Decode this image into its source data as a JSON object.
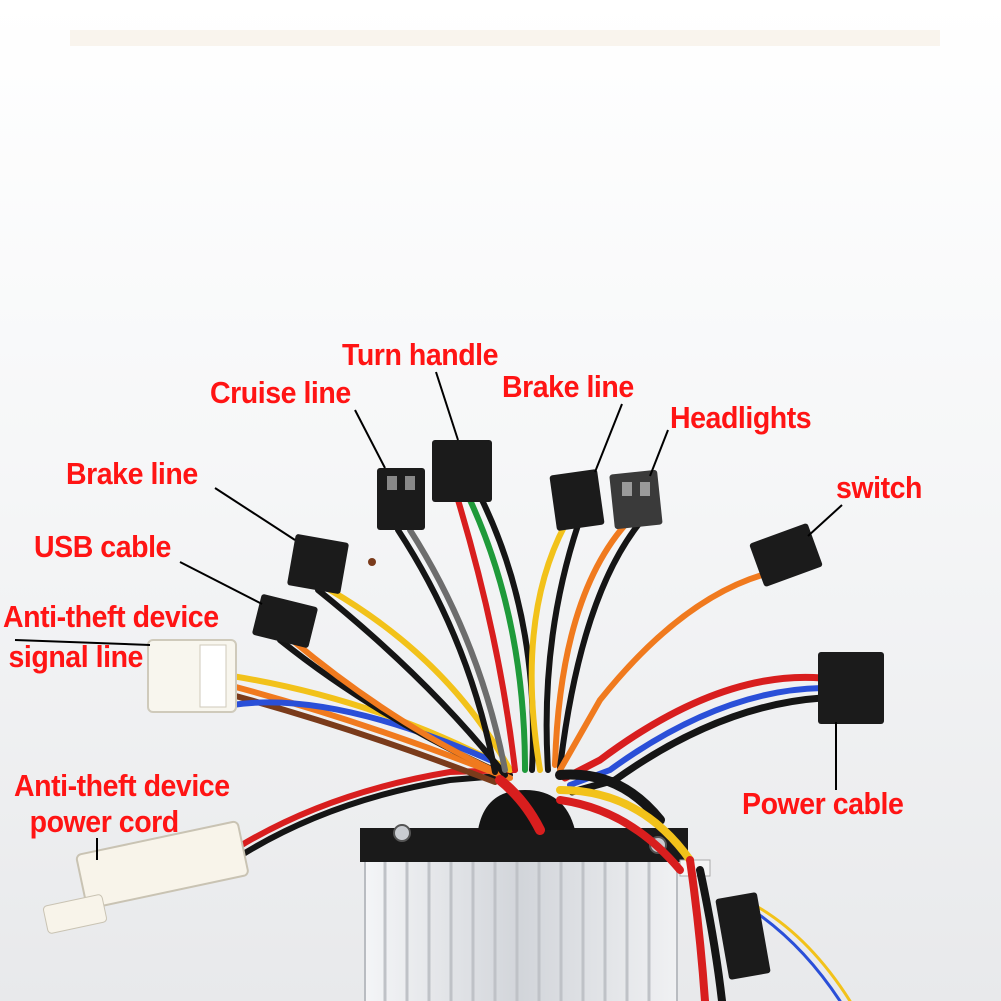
{
  "labels": {
    "turn_handle": "Turn handle",
    "cruise_line": "Cruise line",
    "brake_line_right": "Brake line",
    "headlights": "Headlights",
    "brake_line_left": "Brake line",
    "switch": "switch",
    "usb_cable": "USB cable",
    "antitheft_signal_1": "Anti-theft device",
    "antitheft_signal_2": "signal line",
    "antitheft_power_1": "Anti-theft device",
    "antitheft_power_2": "power cord",
    "power_cable": "Power cable"
  },
  "colors": {
    "label_text": "#ff1414",
    "background": "#f3f4f6",
    "wire_red": "#d81e1e",
    "wire_black": "#151515",
    "wire_yellow": "#f2c21a",
    "wire_orange": "#f07a1e",
    "wire_blue": "#2a4fd8",
    "wire_green": "#1f9a3a",
    "wire_gray": "#6d6d6d",
    "controller_body": "#dcdfe3"
  }
}
